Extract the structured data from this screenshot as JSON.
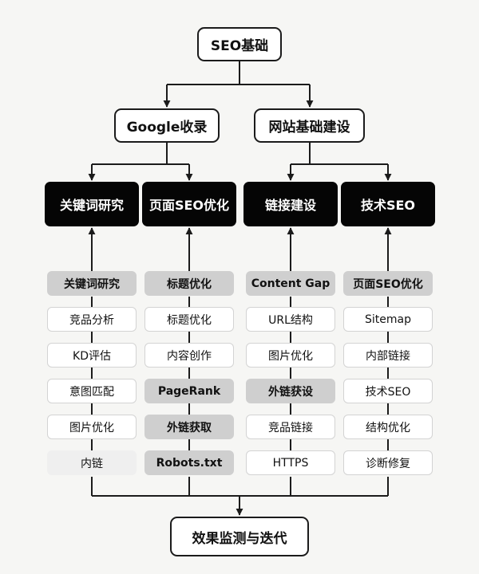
{
  "root": {
    "label": "SEO基础"
  },
  "level1": [
    {
      "label": "Google收录"
    },
    {
      "label": "网站基础建设"
    }
  ],
  "columns": [
    {
      "header": "关键词研究",
      "items": [
        {
          "label": "关键词研究",
          "style": "shade"
        },
        {
          "label": "竞品分析",
          "style": "plain"
        },
        {
          "label": "KD评估",
          "style": "plain"
        },
        {
          "label": "意图匹配",
          "style": "plain"
        },
        {
          "label": "图片优化",
          "style": "plain"
        },
        {
          "label": "内链",
          "style": "faint"
        }
      ]
    },
    {
      "header": "页面SEO优化",
      "items": [
        {
          "label": "标题优化",
          "style": "shade"
        },
        {
          "label": "标题优化",
          "style": "plain"
        },
        {
          "label": "内容创作",
          "style": "plain"
        },
        {
          "label": "PageRank",
          "style": "shade"
        },
        {
          "label": "外链获取",
          "style": "shade"
        },
        {
          "label": "Robots.txt",
          "style": "shade"
        }
      ]
    },
    {
      "header": "链接建设",
      "items": [
        {
          "label": "Content Gap",
          "style": "shade"
        },
        {
          "label": "URL结构",
          "style": "plain"
        },
        {
          "label": "图片优化",
          "style": "plain"
        },
        {
          "label": "外链获设",
          "style": "shade"
        },
        {
          "label": "竞品链接",
          "style": "plain"
        },
        {
          "label": "HTTPS",
          "style": "plain"
        }
      ]
    },
    {
      "header": "技术SEO",
      "items": [
        {
          "label": "页面SEO优化",
          "style": "shade"
        },
        {
          "label": "Sitemap",
          "style": "plain"
        },
        {
          "label": "内部链接",
          "style": "plain"
        },
        {
          "label": "技术SEO",
          "style": "plain"
        },
        {
          "label": "结构优化",
          "style": "plain"
        },
        {
          "label": "诊断修复",
          "style": "plain"
        }
      ]
    }
  ],
  "bottom": {
    "label": "效果监测与迭代"
  },
  "colors": {
    "line": "#1b1b1b",
    "header_bg": "#050505",
    "shade_bg": "#cfcfcf",
    "faint_bg": "#efefef"
  }
}
